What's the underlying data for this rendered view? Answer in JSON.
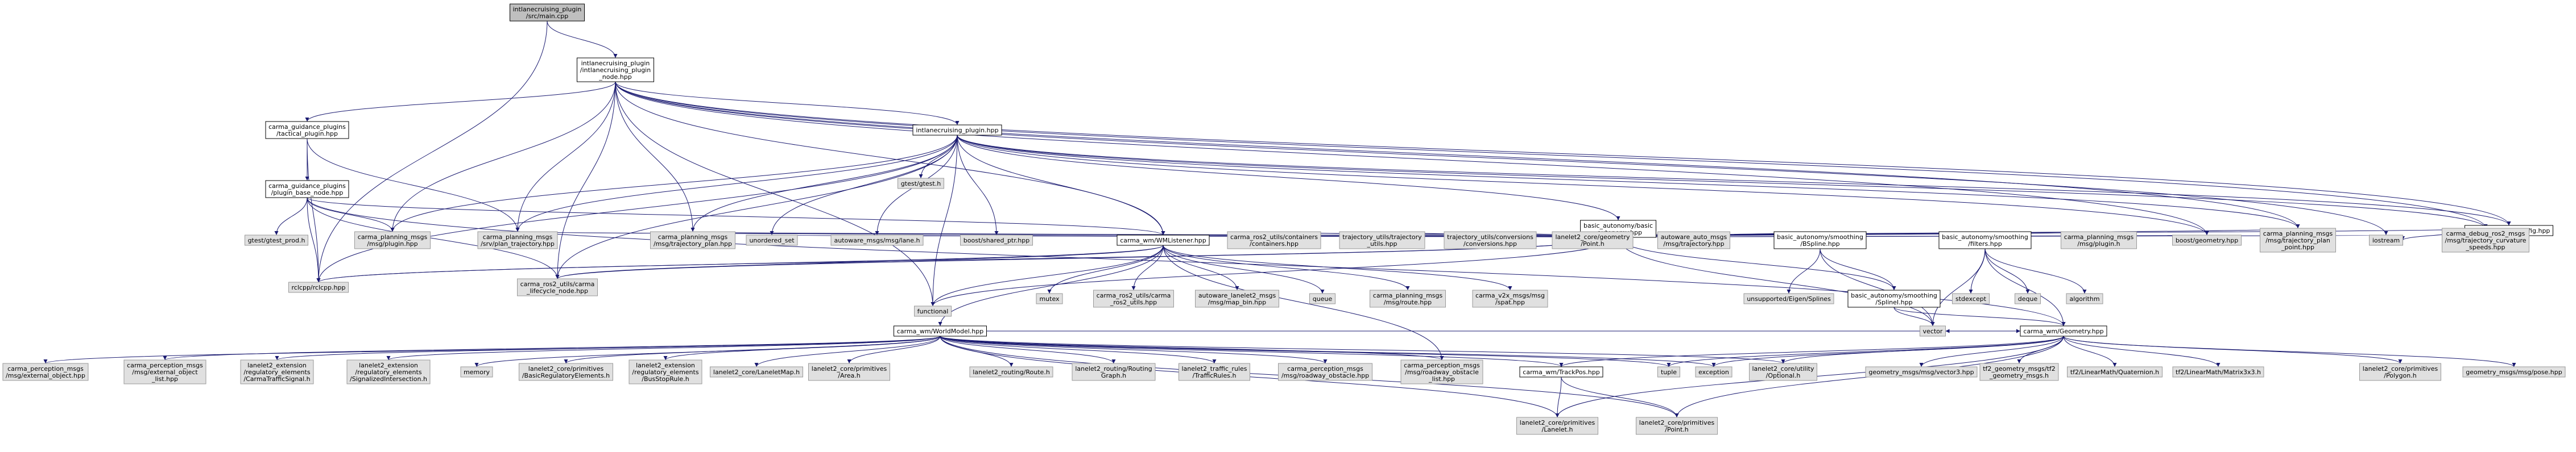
{
  "colors": {
    "edge": "#191970",
    "root_fill": "#bfbfbf",
    "doc_fill": "#ffffff",
    "ext_fill": "#e0e0e0"
  },
  "nodes": {
    "root": [
      "intlanecruising_plugin",
      "/src/main.cpp"
    ],
    "intlane_node": [
      "intlanecruising_plugin",
      "/intlanecruising_plugin",
      "_node.hpp"
    ],
    "guidance_tactical": [
      "carma_guidance_plugins",
      "/tactical_plugin.hpp"
    ],
    "intlane_plugin": [
      "intlanecruising_plugin.hpp"
    ],
    "intlane_config": [
      "intlanecruising_config.hpp"
    ],
    "guidance_base": [
      "carma_guidance_plugins",
      "/plugin_base_node.hpp"
    ],
    "gtest": [
      "gtest/gtest.h"
    ],
    "basic_autonomy": [
      "basic_autonomy/basic",
      "_autonomy.hpp"
    ],
    "gtest_prod": [
      "gtest/gtest_prod.h"
    ],
    "rclcpp": [
      "rclcpp/rclcpp.hpp"
    ],
    "lifecycle": [
      "carma_ros2_utils/carma",
      "_lifecycle_node.hpp"
    ],
    "plugin_msg": [
      "carma_planning_msgs",
      "/msg/plugin.hpp"
    ],
    "plan_traj_srv": [
      "carma_planning_msgs",
      "/srv/plan_trajectory.hpp"
    ],
    "traj_plan": [
      "carma_planning_msgs",
      "/msg/trajectory_plan.hpp"
    ],
    "unordered_set": [
      "unordered_set"
    ],
    "lane_msg": [
      "autoware_msgs/msg/lane.h"
    ],
    "shared_ptr": [
      "boost/shared_ptr.hpp"
    ],
    "functional": [
      "functional"
    ],
    "wml": [
      "carma_wm/WMListener.hpp"
    ],
    "containers": [
      "carma_ros2_utils/containers",
      "/containers.hpp"
    ],
    "traj_utils": [
      "trajectory_utils/trajectory",
      "_utils.hpp"
    ],
    "conversions": [
      "trajectory_utils/conversions",
      "/conversions.hpp"
    ],
    "lanelet_point": [
      "lanelet2_core/geometry",
      "/Point.h"
    ],
    "auto_traj": [
      "autoware_auto_msgs",
      "/msg/trajectory.hpp"
    ],
    "bspline": [
      "basic_autonomy/smoothing",
      "/BSpline.hpp"
    ],
    "filters": [
      "basic_autonomy/smoothing",
      "/filters.hpp"
    ],
    "plugin_msg2": [
      "carma_planning_msgs",
      "/msg/plugin.h"
    ],
    "boost_geometry": [
      "boost/geometry.hpp"
    ],
    "traj_plan_point": [
      "carma_planning_msgs",
      "/msg/trajectory_plan",
      "_point.hpp"
    ],
    "iostream": [
      "iostream"
    ],
    "curvature": [
      "carma_debug_ros2_msgs",
      "/msg/trajectory_curvature",
      "_speeds.hpp"
    ],
    "mutex": [
      "mutex"
    ],
    "ros2_utils": [
      "carma_ros2_utils/carma",
      "_ros2_utils.hpp"
    ],
    "map_bin": [
      "autoware_lanelet2_msgs",
      "/msg/map_bin.hpp"
    ],
    "queue": [
      "queue"
    ],
    "route": [
      "carma_planning_msgs",
      "/msg/route.hpp"
    ],
    "spat": [
      "carma_v2x_msgs/msg",
      "/spat.hpp"
    ],
    "eigen_splines": [
      "unsupported/Eigen/Splines"
    ],
    "spline": [
      "basic_autonomy/smoothing",
      "/SplineI.hpp"
    ],
    "stdexcept": [
      "stdexcept"
    ],
    "deque": [
      "deque"
    ],
    "algorithm": [
      "algorithm"
    ],
    "vector": [
      "vector"
    ],
    "worldmodel": [
      "carma_wm/WorldModel.hpp"
    ],
    "geometry": [
      "carma_wm/Geometry.hpp"
    ],
    "ext_object": [
      "carma_perception_msgs",
      "/msg/external_object.hpp"
    ],
    "ext_object_list": [
      "carma_perception_msgs",
      "/msg/external_object",
      "_list.hpp"
    ],
    "traffic_signal": [
      "lanelet2_extension",
      "/regulatory_elements",
      "/CarmaTrafficSignal.h"
    ],
    "signalized": [
      "lanelet2_extension",
      "/regulatory_elements",
      "/SignalizedIntersection.h"
    ],
    "memory": [
      "memory"
    ],
    "basic_reg": [
      "lanelet2_core/primitives",
      "/BasicRegulatoryElements.h"
    ],
    "bus_stop": [
      "lanelet2_extension",
      "/regulatory_elements",
      "/BusStopRule.h"
    ],
    "lanelet_map": [
      "lanelet2_core/LaneletMap.h"
    ],
    "area": [
      "lanelet2_core/primitives",
      "/Area.h"
    ],
    "routing_route": [
      "lanelet2_routing/Route.h"
    ],
    "routing_graph": [
      "lanelet2_routing/Routing",
      "Graph.h"
    ],
    "traffic_rules": [
      "lanelet2_traffic_rules",
      "/TrafficRules.h"
    ],
    "roadway_obstacle": [
      "carma_perception_msgs",
      "/msg/roadway_obstacle.hpp"
    ],
    "roadway_obstacle_list": [
      "carma_perception_msgs",
      "/msg/roadway_obstacle",
      "_list.hpp"
    ],
    "trackpos": [
      "carma_wm/TrackPos.hpp"
    ],
    "tuple": [
      "tuple"
    ],
    "exception": [
      "exception"
    ],
    "optional": [
      "lanelet2_core/utility",
      "/Optional.h"
    ],
    "vector3": [
      "geometry_msgs/msg/vector3.hpp"
    ],
    "tf2_geometry": [
      "tf2_geometry_msgs/tf2",
      "_geometry_msgs.h"
    ],
    "quaternion": [
      "tf2/LinearMath/Quaternion.h"
    ],
    "matrix3": [
      "tf2/LinearMath/Matrix3x3.h"
    ],
    "polygon": [
      "lanelet2_core/primitives",
      "/Polygon.h"
    ],
    "pose": [
      "geometry_msgs/msg/pose.hpp"
    ],
    "lanelet": [
      "lanelet2_core/primitives",
      "/Lanelet.h"
    ],
    "prim_point": [
      "lanelet2_core/primitives",
      "/Point.h"
    ]
  }
}
